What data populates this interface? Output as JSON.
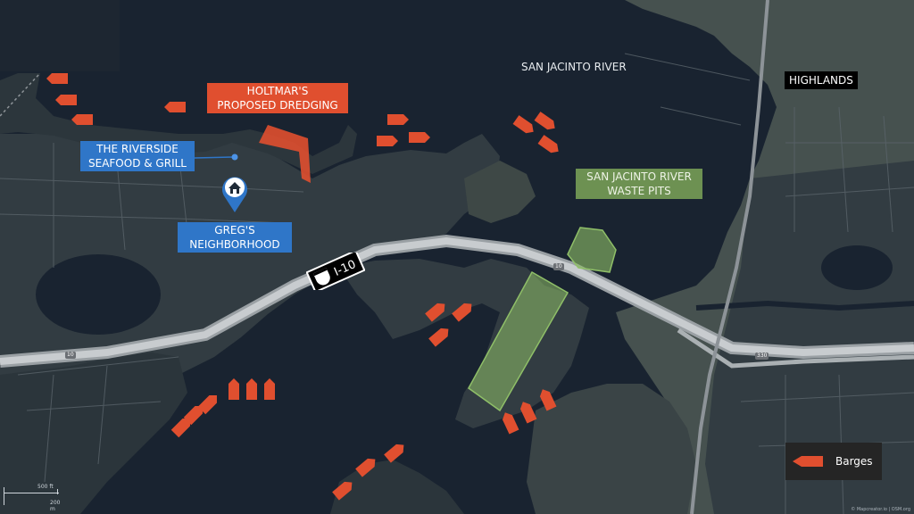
{
  "labels": {
    "river": "SAN JACINTO RIVER",
    "highlands": "HIGHLANDS",
    "dredging": [
      "HOLTMAR'S",
      "PROPOSED DREDGING"
    ],
    "riverside": [
      "THE RIVERSIDE",
      "SEAFOOD & GRILL"
    ],
    "neighborhood": [
      "GREG'S",
      "NEIGHBORHOOD"
    ],
    "waste_pits": [
      "SAN JACINTO RIVER",
      "WASTE PITS"
    ],
    "interstate": "I-10"
  },
  "road_shields": {
    "i10_a": "10",
    "i10_b": "10",
    "sh330": "330"
  },
  "legend": {
    "barges": "Barges"
  },
  "scale": {
    "feet": "500 ft",
    "meters": "200 m"
  },
  "attribution": "© Mapcreator.io | OSM.org",
  "icons": {
    "neighborhood_marker": "house-pin-icon",
    "interstate_marker": "interstate-shield-icon",
    "barge": "barge-arrow-icon"
  },
  "colors": {
    "water": "#192330",
    "land": "#323c42",
    "land_light": "#46514f",
    "road": "#c8cccf",
    "barge": "#e04f2f",
    "waste_pits": "#8fbf68",
    "label_blue": "#2f76c8",
    "label_orange": "#e04f2f"
  }
}
